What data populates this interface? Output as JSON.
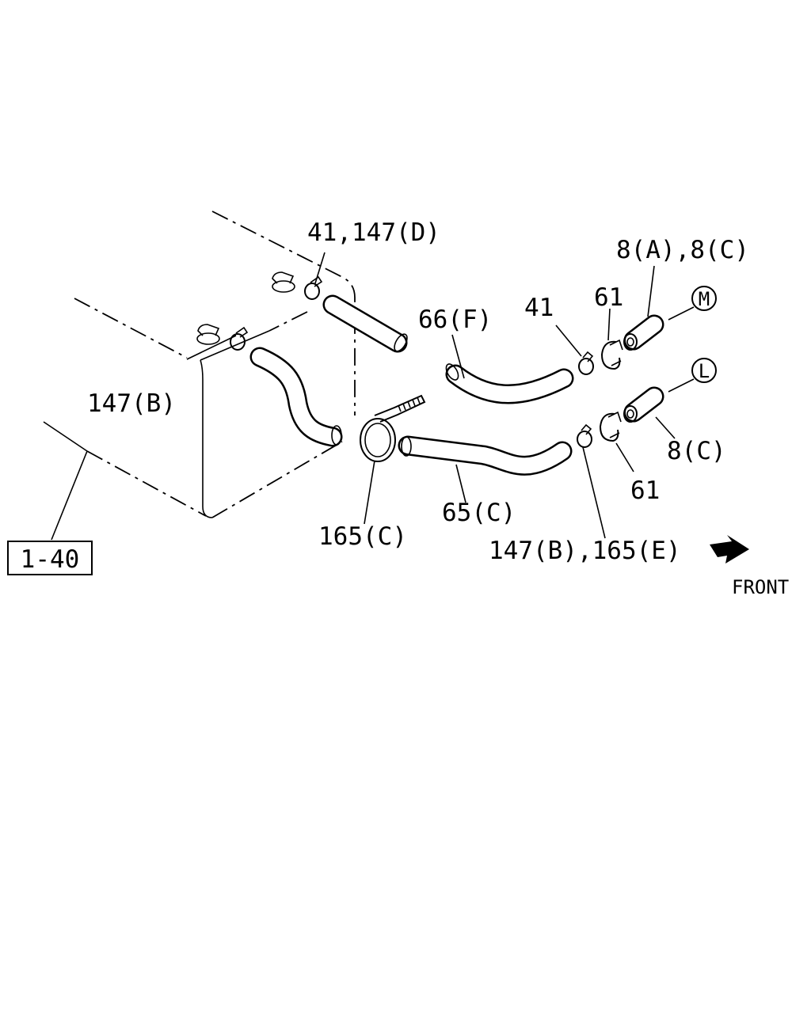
{
  "labels": {
    "ref_1_40": "1-40",
    "l_41_147d": "41,147(D)",
    "l_147b_left": "147(B)",
    "l_8a_8c": "8(A),8(C)",
    "l_66f": "66(F)",
    "l_41": "41",
    "l_61_top": "61",
    "l_8c": "8(C)",
    "l_61_bottom": "61",
    "l_165c": "165(C)",
    "l_65c": "65(C)",
    "l_147b_165e": "147(B),165(E)",
    "circle_m": "M",
    "circle_l": "L",
    "front": "FRONT"
  }
}
